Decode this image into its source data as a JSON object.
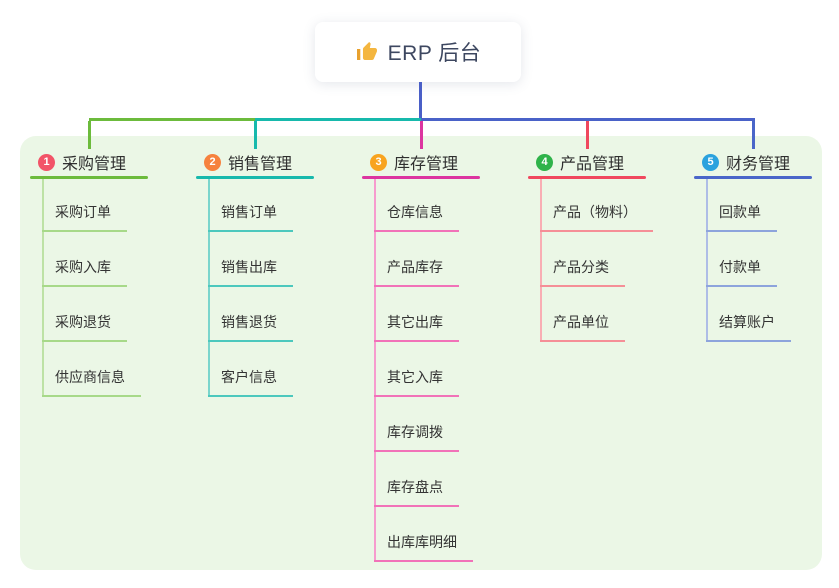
{
  "root": {
    "label": "ERP 后台",
    "icon": "thumbs-up-icon",
    "icon_color": "#f4b63f"
  },
  "connectors": {
    "root_line_color": "#4a5fc7",
    "top_segment_colors": [
      "#6cbb3c",
      "#17b9ac",
      "#4a62c8"
    ]
  },
  "colors": {
    "panel_bg": "#ebf7e6",
    "card_bg": "#ffffff",
    "root_text": "#3d4760",
    "node_text": "#333333"
  },
  "branches": [
    {
      "number": "1",
      "label": "采购管理",
      "badge_color": "#f25468",
      "line_color": "#6cbb3c",
      "child_line_color": "#a7d989",
      "rail_color": "#bde2a5",
      "children": [
        "采购订单",
        "采购入库",
        "采购退货",
        "供应商信息"
      ]
    },
    {
      "number": "2",
      "label": "销售管理",
      "badge_color": "#f6823e",
      "line_color": "#17b9ac",
      "child_line_color": "#4cc8bd",
      "rail_color": "#7ad5cc",
      "children": [
        "销售订单",
        "销售出库",
        "销售退货",
        "客户信息"
      ]
    },
    {
      "number": "3",
      "label": "库存管理",
      "badge_color": "#f8a41f",
      "line_color": "#dc35a0",
      "child_line_color": "#f172b8",
      "rail_color": "#f69cce",
      "children": [
        "仓库信息",
        "产品库存",
        "其它出库",
        "其它入库",
        "库存调拨",
        "库存盘点",
        "出库库明细"
      ]
    },
    {
      "number": "4",
      "label": "产品管理",
      "badge_color": "#2fb34a",
      "line_color": "#f0485e",
      "child_line_color": "#f58f97",
      "rail_color": "#f9aeb4",
      "children": [
        "产品（物料）",
        "产品分类",
        "产品单位"
      ]
    },
    {
      "number": "5",
      "label": "财务管理",
      "badge_color": "#2aa2de",
      "line_color": "#4a66c9",
      "child_line_color": "#8da4dc",
      "rail_color": "#aebde6",
      "children": [
        "回款单",
        "付款单",
        "结算账户"
      ]
    }
  ]
}
